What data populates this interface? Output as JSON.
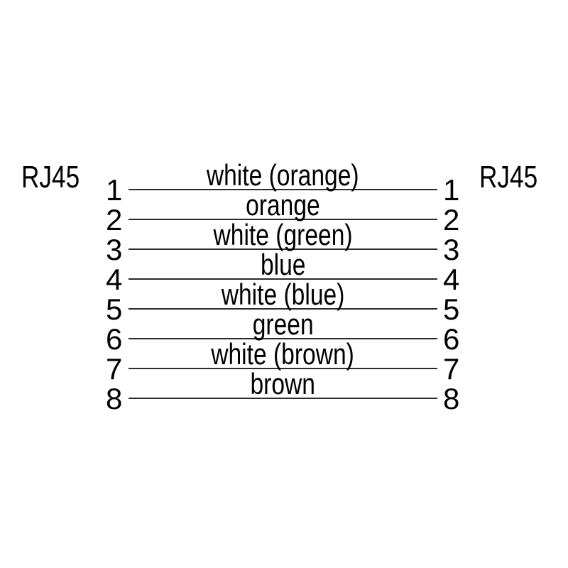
{
  "diagram": {
    "left_connector": "RJ45",
    "right_connector": "RJ45",
    "pins": [
      {
        "number": "1",
        "wire": "white (orange)"
      },
      {
        "number": "2",
        "wire": "orange"
      },
      {
        "number": "3",
        "wire": "white (green)"
      },
      {
        "number": "4",
        "wire": "blue"
      },
      {
        "number": "5",
        "wire": "white (blue)"
      },
      {
        "number": "6",
        "wire": "green"
      },
      {
        "number": "7",
        "wire": "white (brown)"
      },
      {
        "number": "8",
        "wire": "brown"
      }
    ]
  },
  "colors": {
    "background": "#ffffff",
    "text": "#000000",
    "line": "#2b2b2b"
  }
}
